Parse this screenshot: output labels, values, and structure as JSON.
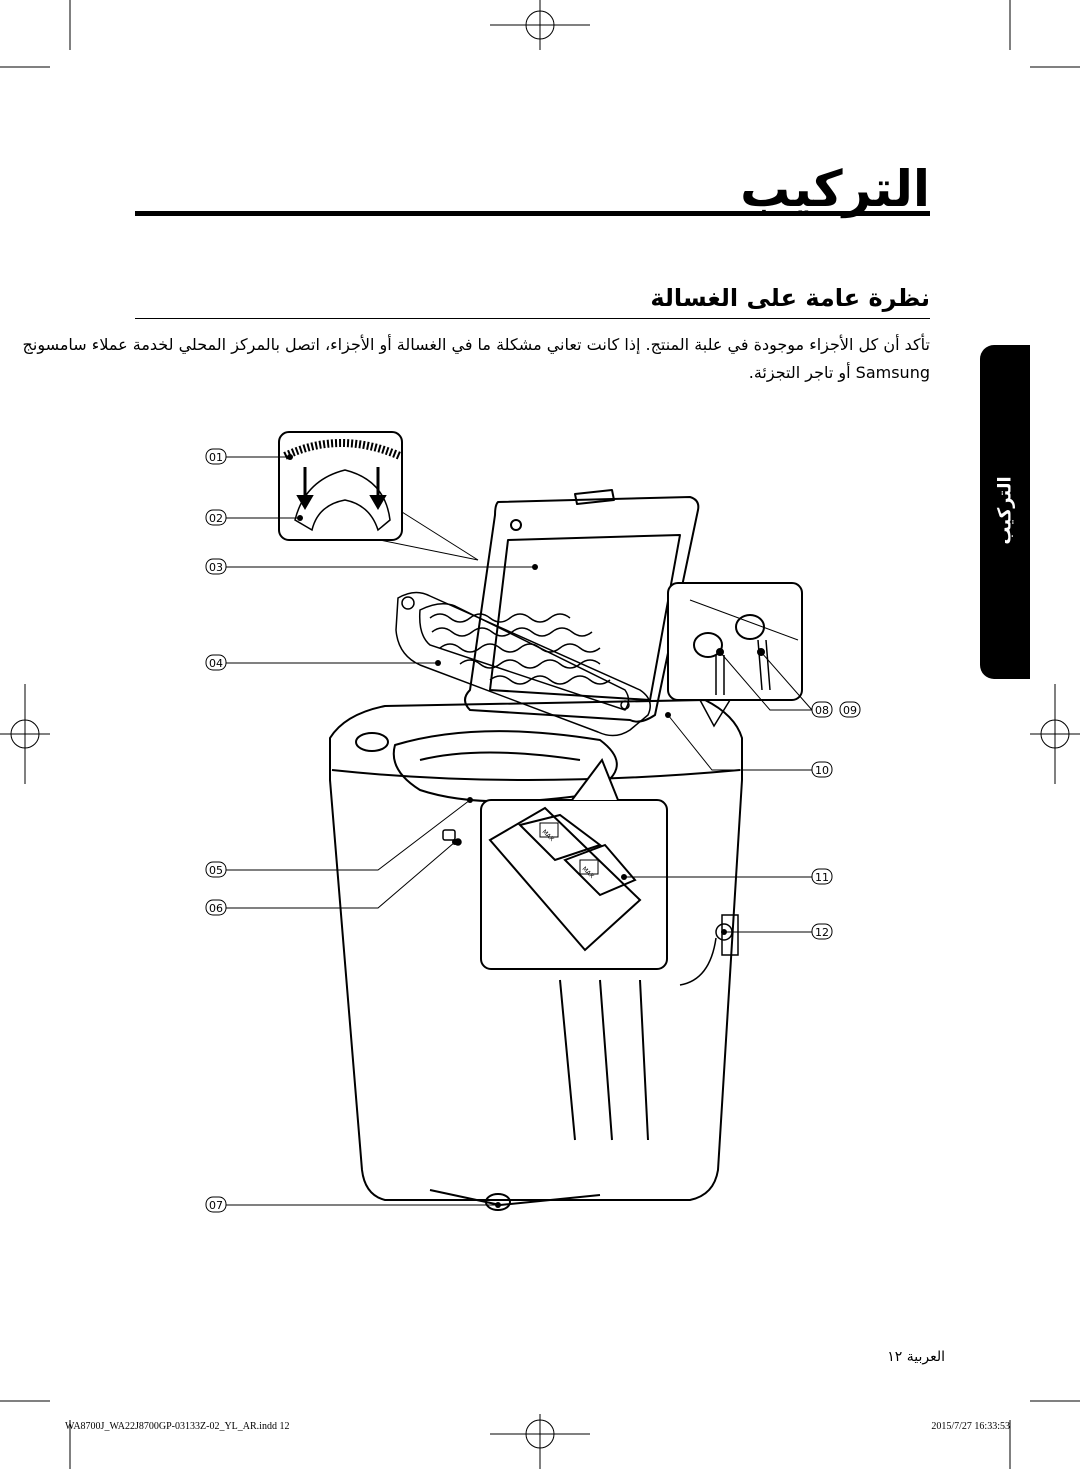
{
  "title": "التركيب",
  "section_heading": "نظرة عامة على الغسالة",
  "intro_text_line1": "تأكد أن كل الأجزاء موجودة في علبة المنتج. إذا كانت تعاني مشكلة ما في الغسالة أو الأجزاء، اتصل بالمركز المحلي لخدمة عملاء سامسونج",
  "intro_text_line2": "Samsung أو تاجر التجزئة.",
  "side_tab_label": "التركيب",
  "callouts": [
    "01",
    "02",
    "03",
    "04",
    "05",
    "06",
    "07",
    "08",
    "09",
    "10",
    "11",
    "12"
  ],
  "detail_labels": [
    "MAX",
    "MAX"
  ],
  "footer": {
    "page_label": "العربية ١٢"
  },
  "print_slug": {
    "file": "WA8700J_WA22J8700GP-03133Z-02_YL_AR.indd   12",
    "date": "2015/7/27   16:33:53"
  }
}
